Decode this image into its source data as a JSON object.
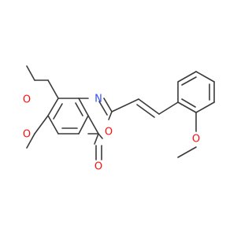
{
  "molecule": {
    "atoms": {
      "o_methoxy_7": {
        "label": "O",
        "color": "#ff0d0d"
      },
      "o_methoxy_6": {
        "label": "O",
        "color": "#ff0d0d"
      },
      "n_ring": {
        "label": "N",
        "color": "#3050f8"
      },
      "o_ring": {
        "label": "O",
        "color": "#ff0d0d"
      },
      "o_carbonyl": {
        "label": "O",
        "color": "#ff0d0d"
      },
      "o_methoxy_phenyl": {
        "label": "O",
        "color": "#ff0d0d"
      }
    },
    "bond_color": "#3a3a3a"
  }
}
